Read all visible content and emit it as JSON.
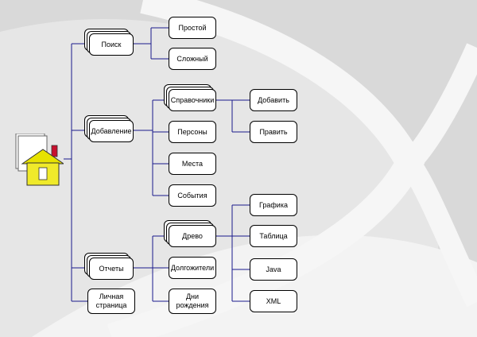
{
  "diagram": {
    "nodes": {
      "search": "Поиск",
      "search_simple": "Простой",
      "search_complex": "Сложный",
      "add": "Добавление",
      "references": "Справочники",
      "ref_add": "Добавить",
      "ref_edit": "Править",
      "persons": "Персоны",
      "places": "Места",
      "events": "События",
      "reports": "Отчеты",
      "tree": "Древо",
      "long_livers": "Долгожители",
      "birthdays": "Дни рождения",
      "graphics": "Графика",
      "table": "Таблица",
      "java": "Java",
      "xml": "XML",
      "personal_page": "Личная страница"
    }
  }
}
